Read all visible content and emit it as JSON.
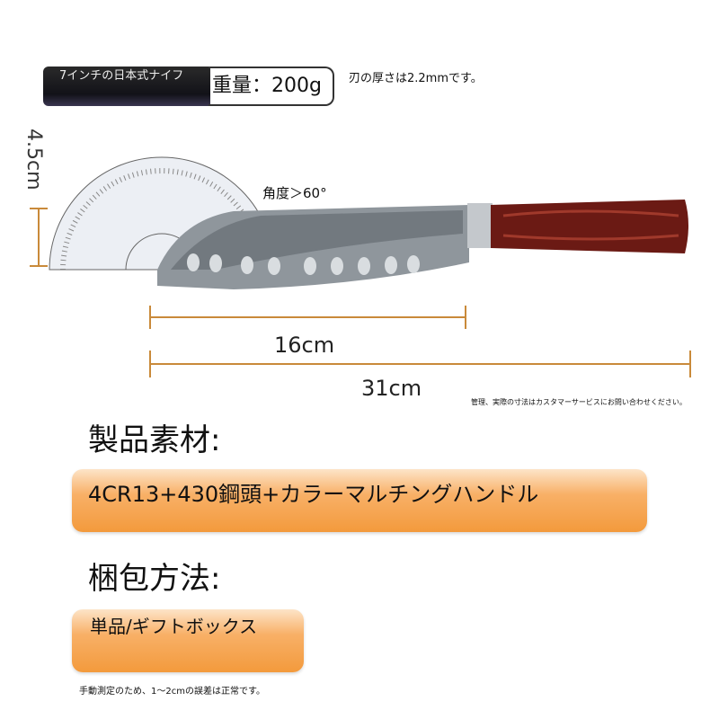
{
  "header": {
    "product_label": "7インチの日本式ナイフ",
    "weight": "重量：200g",
    "thickness": "刃の厚さは2.2mmです。"
  },
  "dimensions": {
    "height": "4.5cm",
    "angle": "角度＞60°",
    "blade_length": "16cm",
    "total_length": "31cm",
    "note": "管理、実際の寸法はカスタマーサービスにお問い合わせください。"
  },
  "material": {
    "heading": "製品素材:",
    "value": "4CR13+430鋼頭+カラーマルチングハンドル"
  },
  "packaging": {
    "heading": "梱包方法:",
    "value": "単品/ギフトボックス"
  },
  "footer_note": "手動測定のため、1〜2cmの誤差は正常です。",
  "colors": {
    "accent_orange": "#f39a3c",
    "handle": "#6b1a14",
    "dimension_line": "#c98a3a"
  }
}
